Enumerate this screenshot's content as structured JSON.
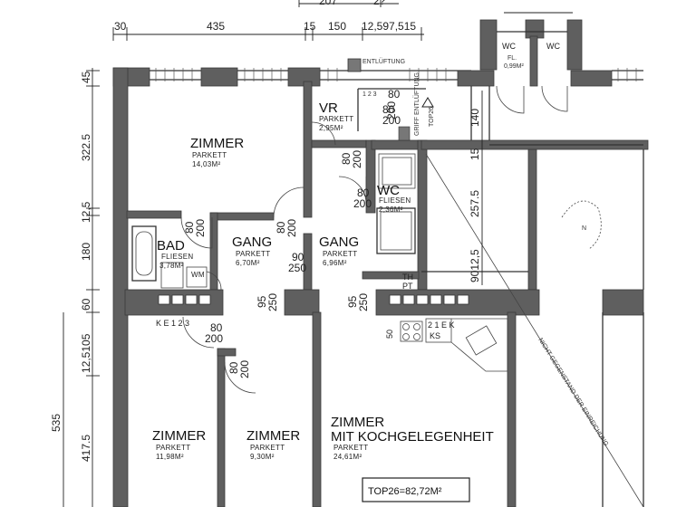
{
  "dimensions": {
    "top": [
      "30",
      "435",
      "15",
      "150",
      "12,597,515"
    ],
    "top_partial": [
      "207",
      "2?"
    ],
    "left": [
      "45",
      "322.5",
      "12,5",
      "180",
      "60",
      "12,5105",
      "417.5"
    ],
    "outer_left": "535",
    "inner": [
      "257.5",
      "140",
      "15",
      "9012,5"
    ]
  },
  "openings": {
    "zimmer1_door": [
      "80",
      "200"
    ],
    "bad_door": [
      "80",
      "200"
    ],
    "gang1_door": [
      "80",
      "200"
    ],
    "vr_door": [
      "80",
      "200"
    ],
    "wc_door": [
      "80",
      "200"
    ],
    "wc_vr": [
      "80",
      "200"
    ],
    "gang_top": [
      "90",
      "250"
    ],
    "passage1": [
      "95",
      "250"
    ],
    "passage2": [
      "95",
      "250"
    ],
    "zimmer_lower": [
      "80",
      "200"
    ],
    "zimmer_left_lower": [
      "80",
      "200"
    ]
  },
  "rooms": {
    "zimmer1": {
      "name": "ZIMMER",
      "floor": "PARKETT",
      "area": "14,03M²"
    },
    "vr": {
      "name": "VR",
      "floor": "PARKETT",
      "area": "2,95M²"
    },
    "wc_top": {
      "name": "WC",
      "floor": "FL.",
      "area": "0,99M²"
    },
    "wc_top2": {
      "name": "WC"
    },
    "wc": {
      "name": "WC",
      "floor": "FLIESEN",
      "area": "2,36M²"
    },
    "bad": {
      "name": "BAD",
      "floor": "FLIESEN",
      "area": "3,78M²"
    },
    "gang1": {
      "name": "GANG",
      "floor": "PARKETT",
      "area": "6,70M²"
    },
    "gang2": {
      "name": "GANG",
      "floor": "PARKETT",
      "area": "6,96M²"
    },
    "zimmer_ll": {
      "name": "ZIMMER",
      "floor": "PARKETT",
      "area": "11,98M²"
    },
    "zimmer_lm": {
      "name": "ZIMMER",
      "floor": "PARKETT",
      "area": "9,30M²"
    },
    "zimmer_k": {
      "name": "ZIMMER",
      "name2": "MIT KOCHGELEGENHEIT",
      "floor": "PARKETT",
      "area": "24,61M²"
    }
  },
  "labels": {
    "entlueftung": "ENTLÜFTUNG",
    "top_unit": "TOP26",
    "stair_note": "GRIFF ENTLÜFTUNG",
    "wm": "WM",
    "th": "TH",
    "pt": "PT",
    "ke": "K E 1 2 3",
    "ks": "KS",
    "kitchen_codes": "2 1  E K",
    "num_50": "50",
    "diag_note": "NICHT GEGENSTAND DER EINREICHUNG",
    "stair_nums": "1 2 3",
    "n_label": "N"
  },
  "total": "TOP26=82,72M²"
}
